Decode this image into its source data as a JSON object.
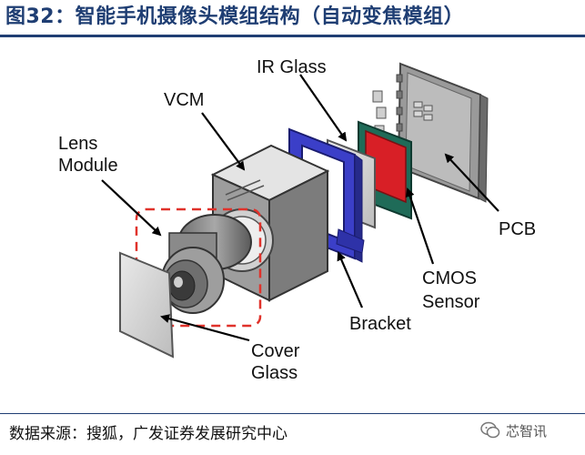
{
  "title": "图32：智能手机摄像头模组结构（自动变焦模组）",
  "source": "数据来源：搜狐，广发证券发展研究中心",
  "watermark": "芯智讯",
  "labels": {
    "lens_module": [
      "Lens",
      "Module"
    ],
    "vcm": "VCM",
    "ir_glass": "IR Glass",
    "pcb": "PCB",
    "cmos_sensor": [
      "CMOS",
      "Sensor"
    ],
    "bracket": "Bracket",
    "cover_glass": [
      "Cover",
      "Glass"
    ]
  },
  "colors": {
    "title": "#1f3e73",
    "bracket": "#3b3fc8",
    "sensor_board": "#1f6b58",
    "sensor_die": "#d81f26",
    "lens_dashed_box": "#e0322b"
  }
}
